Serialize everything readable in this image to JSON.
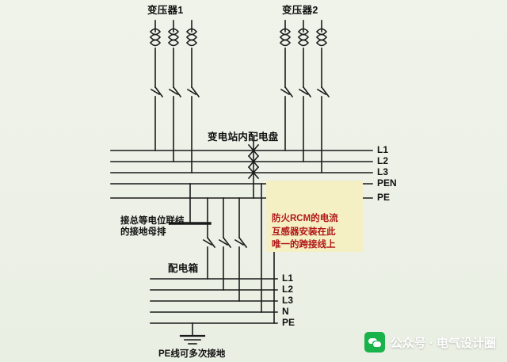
{
  "diagram": {
    "title_left": "变压器1",
    "title_right": "变压器2",
    "panel_label": "变电站内配电盘",
    "earth_bar_label": "接总等电位联结\n的接地母排",
    "distribution_box_label": "配电箱",
    "pe_note": "PE线可多次接地",
    "callout_text": "防火RCM的电流\n互感器安装在此\n唯一的跨接线上",
    "upper_bus_labels": [
      "L1",
      "L2",
      "L3",
      "PEN",
      "PE"
    ],
    "lower_bus_labels": [
      "L1",
      "L2",
      "L3",
      "N",
      "PE"
    ],
    "colors": {
      "background": "#eef2e9",
      "line": "#1b1b1b",
      "callout_bg": "#f5efc4",
      "callout_text": "#b01818",
      "watermark": "#ffffff",
      "badge": "#19b24b"
    }
  },
  "watermark": {
    "text": "公众号 · 电气设计圈",
    "icon": "wechat-icon"
  }
}
